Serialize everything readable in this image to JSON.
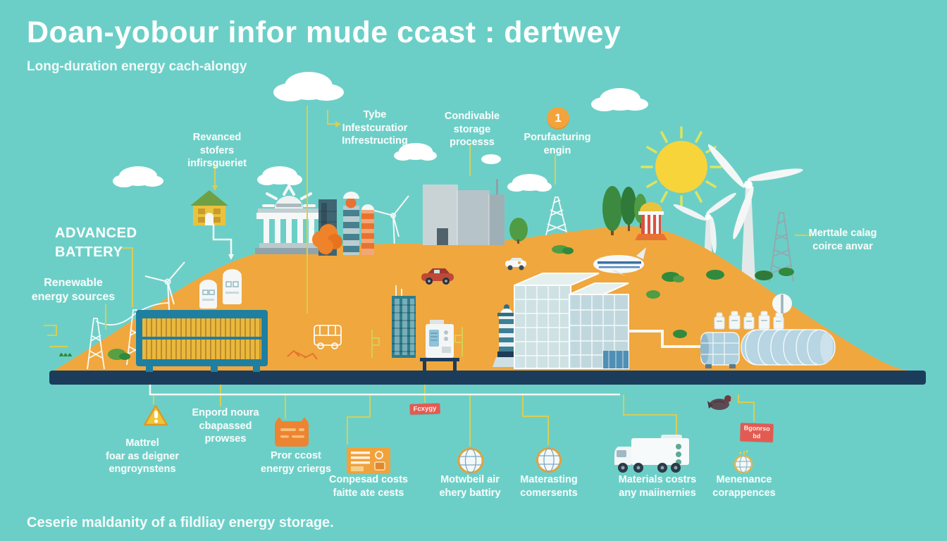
{
  "title": "Doan-yobour infor mude ccast : dertwey",
  "subtitle": "Long-duration energy cach-alongy",
  "caption": "Ceserie maldanity of a fildliay energy storage.",
  "badge": {
    "number": "1"
  },
  "colors": {
    "background": "#6CCFC7",
    "hill": "#F0A73E",
    "ground_bar": "#1B3D5B",
    "connector_yellow": "#D8CE55",
    "label_text": "#F6FCFB",
    "badge_orange": "#F2A33C",
    "tag_red": "#E25B52",
    "sun_yellow": "#F6D43A",
    "container_frame": "#1E7FA0",
    "container_slats": "#E9B93E"
  },
  "labels": {
    "revanced": "Revanced\nstofers\ninfirsgueriet",
    "tybe": "Tybe\nInfestcuratior\nInfrestructing",
    "condivable": "Condivable\nstorage\nprocesss",
    "porufacturing": "Porufacturing\nengin",
    "merttale": "Merttale calag\ncoirce anvar",
    "advanced_battery": "ADVANCED\nBATTERY",
    "renewable": "Renewable\nenergy sources",
    "mattrel": "Mattrel\nfoar as deigner\nengroynstens",
    "enpord": "Enpord noura\ncbapassed\nprowses",
    "pror": "Pror ccost\nenergy criergs",
    "conpesad": "Conpesad costs\nfaitte ate cests",
    "motwbeil": "Motwbeil air\nehery battiry",
    "materasting": "Materasting\ncomersents",
    "materials": "Materials costrs\nany maiinernies",
    "menenance": "Menenance\ncorappences",
    "tag_fcxygy": "Fcxygy",
    "tag_bgonrso": "Bgonrso\nbd"
  },
  "icons": {
    "number-badge": "1",
    "warning-triangle-icon": "yellow triangle + exclamation",
    "battery-pack-icon": "torn orange battery card",
    "cost-card-icon": "orange document card",
    "globe-grid-icon": "white globe with orange ring",
    "truck-icon": "white delivery truck",
    "bird-icon": "dark pigeon",
    "price-tag-icon": "red tag",
    "sun-icon": "yellow sun with rays",
    "cloud-icon": "white cloud"
  }
}
